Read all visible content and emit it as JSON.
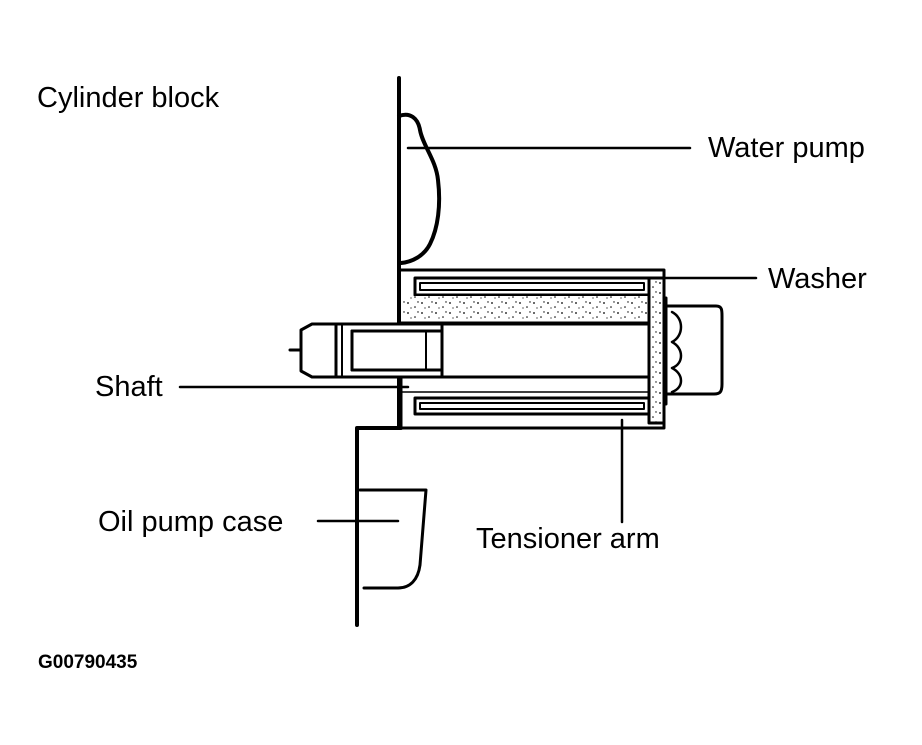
{
  "labels": {
    "cylinder_block": "Cylinder block",
    "water_pump": "Water pump",
    "washer": "Washer",
    "shaft": "Shaft",
    "oil_pump_case": "Oil pump case",
    "tensioner_arm": "Tensioner arm"
  },
  "figure_code": "G00790435"
}
